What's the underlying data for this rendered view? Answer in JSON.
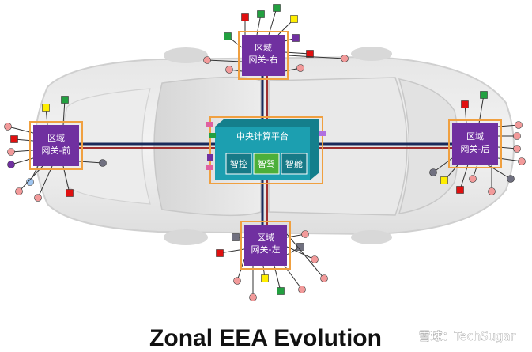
{
  "title": "Zonal EEA Evolution",
  "watermark": "雪球：TechSugar",
  "central": {
    "label": "中央计算平台",
    "chips": [
      "智控",
      "智驾",
      "智舱"
    ]
  },
  "zones": {
    "top": [
      "区域",
      "网关-右"
    ],
    "bottom": [
      "区域",
      "网关-左"
    ],
    "left": [
      "区域",
      "网关-前"
    ],
    "right": [
      "区域",
      "网关-后"
    ]
  },
  "colors": {
    "zone_fill": "#7030a0",
    "zone_border": "#f0a040",
    "central_fill": "#1c9fb0",
    "chip_fill": "#177a87",
    "chip_active": "#4caf3a",
    "bus_dark": "#1a2a5a",
    "bus_red": "#a03030",
    "sensor_red": "#e01010",
    "sensor_green": "#22a040",
    "sensor_yellow": "#ffee00",
    "sensor_pink": "#f29a9a",
    "sensor_purple": "#7030a0",
    "sensor_blue": "#9fc5f0",
    "sensor_gray": "#707080"
  }
}
